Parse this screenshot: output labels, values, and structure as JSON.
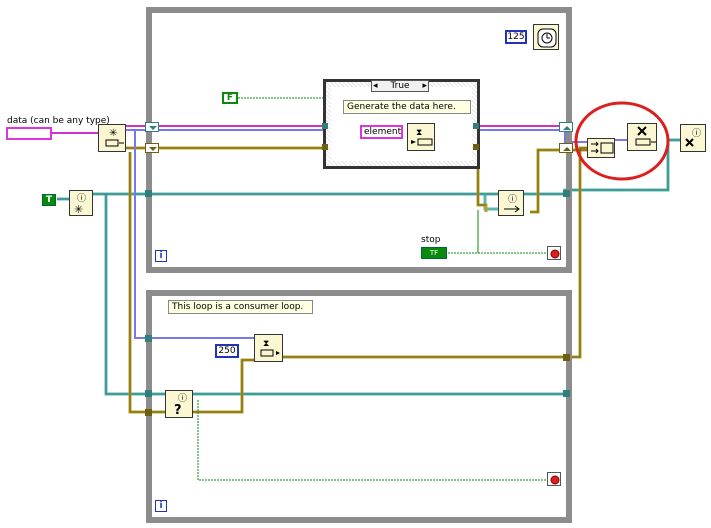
{
  "diagram": {
    "data_label": "data (can be any type)",
    "producer_wait_ms": "125",
    "false_constant": "F",
    "true_constant": "T",
    "case_selector": "True",
    "producer_comment": "Generate the data here.",
    "element_label": "element",
    "stop_label": "stop",
    "stop_button_text": "TF",
    "consumer_comment": "This loop is a consumer loop.",
    "consumer_timeout": "250",
    "iteration_terminal": "i",
    "colors": {
      "loop_border": "#8c8c8c",
      "queue_wire": "#5ab7b0",
      "boolean_wire": "#0a8a0a",
      "error_wire": "#b8a22a",
      "variant_wire": "#cc33cc",
      "refnum_wire": "#7777ee",
      "highlight": "#dd1e1e"
    }
  }
}
